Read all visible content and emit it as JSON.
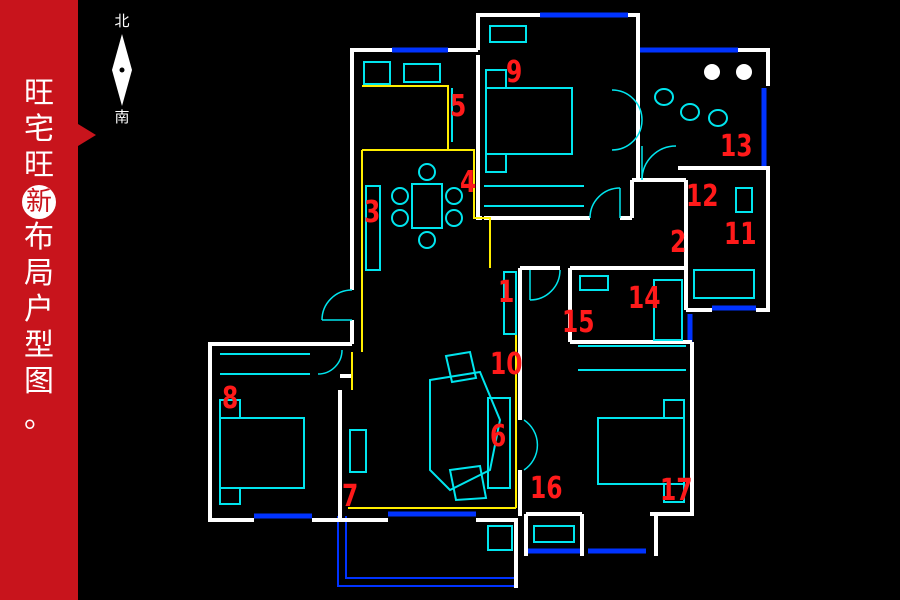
{
  "banner": {
    "chars": [
      "旺",
      "宅",
      "旺",
      "新",
      "布",
      "局",
      "户",
      "型",
      "图",
      "。"
    ],
    "circled_index": 3,
    "bg_color": "#c8141c"
  },
  "compass": {
    "north": "北",
    "south": "南"
  },
  "plan": {
    "wall_color": "#ffffff",
    "furniture_color": "#00e5ee",
    "window_color": "#0033ff",
    "zone_line_color": "#ffee00",
    "label_color": "#ff1a1a",
    "labels": [
      "1",
      "2",
      "3",
      "4",
      "5",
      "6",
      "7",
      "8",
      "9",
      "10",
      "11",
      "12",
      "13",
      "14",
      "15",
      "16",
      "17"
    ]
  }
}
